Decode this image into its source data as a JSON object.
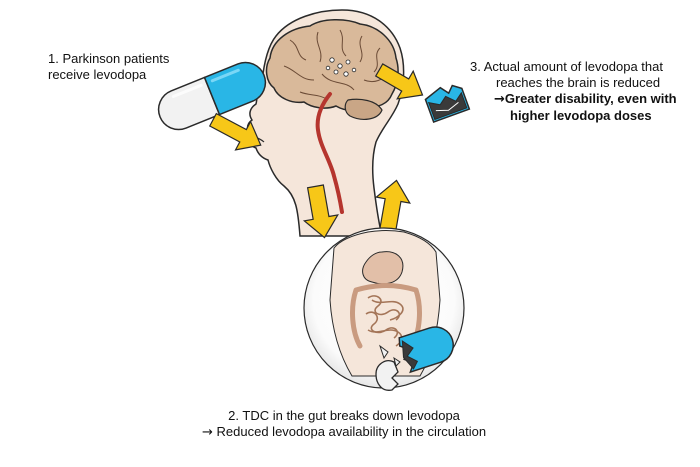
{
  "steps": {
    "step1": {
      "line1": "1. Parkinson patients",
      "line2": "receive levodopa"
    },
    "step2": {
      "line1": "2. TDC in the gut breaks down levodopa",
      "line2": "Reduced levodopa availability in the circulation"
    },
    "step3": {
      "line1": "3. Actual amount of levodopa that",
      "line2": "reaches the brain is reduced",
      "line3": "Greater disability, even with",
      "line4": "higher levodopa doses"
    }
  },
  "glyphs": {
    "arrow": "→"
  },
  "colors": {
    "capsule_blue": "#29b6e6",
    "capsule_white": "#f2f2f2",
    "arrow_yellow": "#f7c718",
    "brain": "#d9b99a",
    "skin": "#f5e6da",
    "vessel": "#b5352e",
    "gut": "#e2bfa8",
    "outline": "#2a2a2a"
  }
}
